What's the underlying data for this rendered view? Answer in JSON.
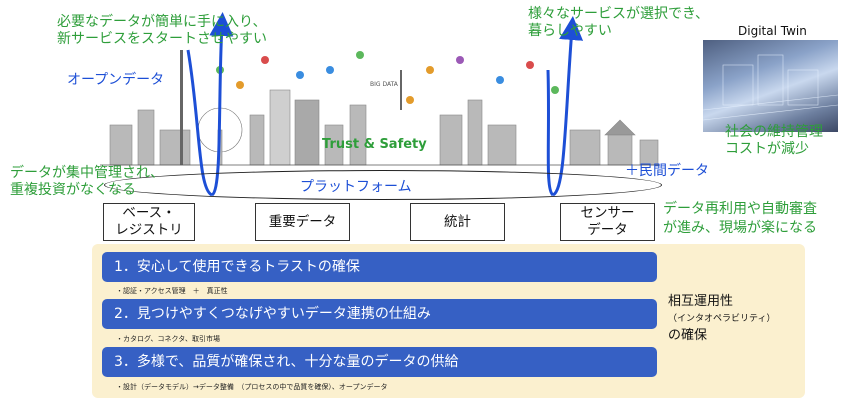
{
  "top_left_note": "必要なデータが簡単に手に入り、\n新サービスをスタートさせやすい",
  "top_right_note": "様々なサービスが選択でき、\n暮らしやすい",
  "open_data": "オープンデータ",
  "digital_twin_title": "Digital Twin",
  "city_label": "BIG DATA",
  "trust_safety": "Trust & Safety",
  "platform": "プラットフォーム",
  "left_mid_note": "データが集中管理され、\n重複投資がなくなる",
  "private_data": "＋民間データ",
  "twin_note": "社会の維持管理\nコストが減少",
  "right_mid_note": "データ再利用や自動審査\nが進み、現場が楽になる",
  "categories": [
    "ベース・\nレジストリ",
    "重要データ",
    "統計",
    "センサー\nデータ"
  ],
  "pillars": [
    {
      "title": "1．安心して使用できるトラストの確保",
      "detail": "・認証・アクセス管理　＋　真正性"
    },
    {
      "title": "2．見つけやすくつなげやすいデータ連携の仕組み",
      "detail": "・カタログ、コネクタ、取引市場"
    },
    {
      "title": "3．多様で、品質が確保され、十分な量のデータの供給",
      "detail": "・設計（データモデル）→データ整備　（プロセスの中で品質を確保）、オープンデータ"
    }
  ],
  "interop_title": "相互運用性",
  "interop_sub": "（インタオペラビリティ）",
  "interop_tail": "の確保",
  "colors": {
    "green_text": "#2e9e3a",
    "blue_text": "#1d4fd6",
    "bar": "#3660c4",
    "panel": "#fbf0cf"
  }
}
